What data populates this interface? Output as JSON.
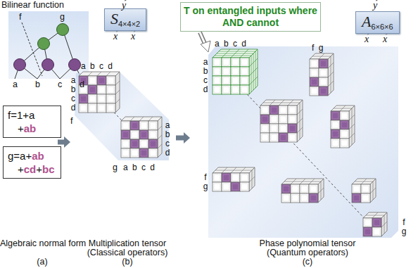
{
  "diagram": {
    "nodes": [
      {
        "text": [
          "S",
          "4×4×2"
        ]
      },
      {
        "text": [
          "T on entangled inputs where AND cannot"
        ]
      },
      {
        "text": [
          "A",
          "6×6×6"
        ]
      },
      {
        "text": [
          "f=1+a",
          "+",
          "ab"
        ]
      },
      {
        "text": [
          "g=a+",
          "ab",
          "+",
          "cd",
          "+",
          "bc"
        ]
      }
    ],
    "labels": [
      "Bilinear function",
      "f",
      "g",
      "a",
      "b",
      "c",
      "d",
      "Algebraic normal form",
      "(a)",
      "y",
      "x",
      "x",
      "a b c d",
      "a b c d",
      "f",
      "a b c d",
      "g",
      "a b c d",
      "Multiplication tensor",
      "(Classical operators)",
      "(b)",
      "y",
      "x",
      "x",
      "a b c d",
      "f g",
      "a b c d",
      "f g",
      "f g",
      "Phase polynomial tensor",
      "(Quantum operators)",
      "(c)"
    ]
  }
}
